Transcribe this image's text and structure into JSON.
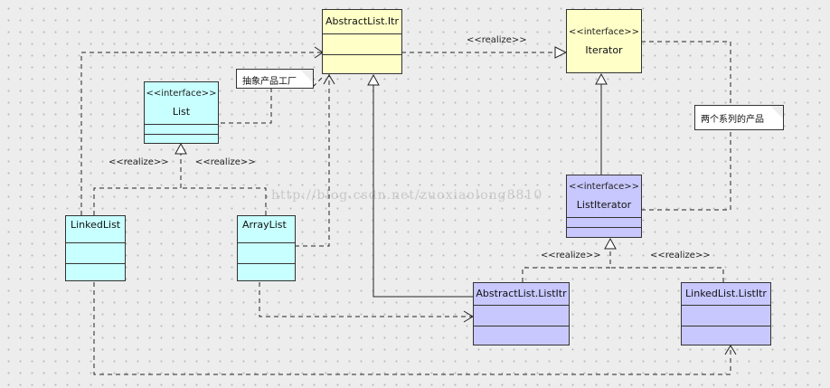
{
  "classes": {
    "abstract_itr": {
      "name": "AbstractList.Itr"
    },
    "iterator": {
      "stereotype": "<<interface>>",
      "name": "Iterator"
    },
    "list": {
      "stereotype": "<<interface>>",
      "name": "List"
    },
    "list_iterator": {
      "stereotype": "<<interface>>",
      "name": "ListIterator"
    },
    "linked_list": {
      "name": "LinkedList"
    },
    "array_list": {
      "name": "ArrayList"
    },
    "abstract_list_itr": {
      "name": "AbstractList.ListItr"
    },
    "linked_list_itr": {
      "name": "LinkedList.ListItr"
    }
  },
  "notes": {
    "abstract_factory": "抽象产品工厂",
    "two_series": "两个系列的产品"
  },
  "labels": {
    "realize_top": "<<realize>>",
    "realize_list_left": "<<realize>>",
    "realize_list_right": "<<realize>>",
    "realize_listitr_left": "<<realize>>",
    "realize_listitr_right": "<<realize>>"
  },
  "watermark": "http://blog.csdn.net/zuoxiaolong8810",
  "colors": {
    "interface_yellow": "#ffffc8",
    "concrete_cyan": "#c8ffff",
    "product_purple": "#c8c8ff"
  }
}
